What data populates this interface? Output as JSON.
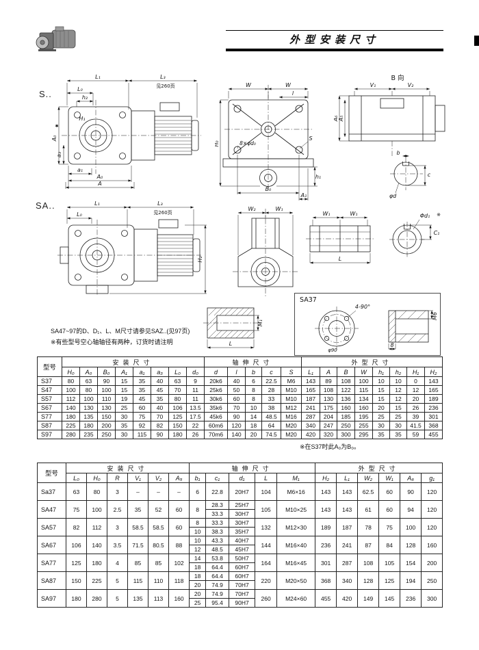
{
  "page": {
    "title": "外型安装尺寸"
  },
  "sections": {
    "s": "S..",
    "sa": "SA.."
  },
  "drawings": {
    "s_side": {
      "L1": "L₁",
      "L3": "L₃",
      "see": "见260页",
      "L0": "L₀",
      "h2": "h₂",
      "H1": "H₁",
      "A0_left": "A₀",
      "star": "✱",
      "a3": "a₃",
      "a1": "a₁",
      "A0_bottom": "A₀",
      "A": "A"
    },
    "s_front": {
      "W_left": "W",
      "W_right": "W",
      "l": "l",
      "H0": "H₀",
      "d0": "8×φd₀",
      "S": "S",
      "h1": "h₁",
      "B0": "B₀",
      "A1": "A₁"
    },
    "b_view": {
      "title": "B 向",
      "V1": "V₁",
      "V2": "V₂",
      "A6": "A₆",
      "A5": "A₅",
      "b": "b",
      "c": "c",
      "d": "φd"
    },
    "sa_side": {
      "L1": "L₁",
      "L3": "L₃",
      "see": "见260页",
      "L0": "L₀",
      "H2": "H₂"
    },
    "sa_front": {
      "W2": "W₂",
      "W1": "W₁"
    },
    "sa_shaft": {
      "W1a": "W₁",
      "W1b": "W₁",
      "L": "L",
      "d1": "Φd₁",
      "star": "※",
      "C1": "C₁"
    },
    "section_view": {
      "M1": "M₁",
      "L": "L"
    },
    "sa37_detail": {
      "title": "SA37",
      "holes": "4-90°",
      "phi90": "φ90",
      "M6": "M6",
      "dim8": "8"
    }
  },
  "notes": {
    "note1": "SA47~97的D、D₁、L、M尺寸请参见SAZ..(见97页)",
    "note2": "※有些型号空心轴轴径有两种，订货时请注明"
  },
  "table1": {
    "model_header": "型号",
    "groups": [
      "安装尺寸",
      "轴伸尺寸",
      "外型尺寸"
    ],
    "group_spans": [
      8,
      5,
      8
    ],
    "headers": [
      "H₀",
      "A₀",
      "B₀",
      "A₁",
      "a₁",
      "a₃",
      "L₀",
      "d₀",
      "d",
      "l",
      "b",
      "c",
      "S",
      "L₁",
      "A",
      "B",
      "W",
      "h₁",
      "h₂",
      "H₁",
      "H₂"
    ],
    "rows": [
      [
        "S37",
        "80",
        "63",
        "90",
        "15",
        "35",
        "40",
        "63",
        "9",
        "20k6",
        "40",
        "6",
        "22.5",
        "M6",
        "143",
        "89",
        "108",
        "100",
        "10",
        "10",
        "0",
        "143"
      ],
      [
        "S47",
        "100",
        "80",
        "100",
        "15",
        "35",
        "45",
        "70",
        "11",
        "25k6",
        "50",
        "8",
        "28",
        "M10",
        "165",
        "108",
        "122",
        "115",
        "15",
        "12",
        "12",
        "165"
      ],
      [
        "S57",
        "112",
        "100",
        "110",
        "19",
        "45",
        "35",
        "80",
        "11",
        "30k6",
        "60",
        "8",
        "33",
        "M10",
        "187",
        "130",
        "136",
        "134",
        "15",
        "12",
        "20",
        "189"
      ],
      [
        "S67",
        "140",
        "130",
        "130",
        "25",
        "60",
        "40",
        "106",
        "13.5",
        "35k6",
        "70",
        "10",
        "38",
        "M12",
        "241",
        "175",
        "160",
        "160",
        "20",
        "15",
        "26",
        "236"
      ],
      [
        "S77",
        "180",
        "135",
        "150",
        "30",
        "75",
        "70",
        "125",
        "17.5",
        "45k6",
        "90",
        "14",
        "48.5",
        "M16",
        "287",
        "204",
        "185",
        "195",
        "25",
        "25",
        "39",
        "301"
      ],
      [
        "S87",
        "225",
        "180",
        "200",
        "35",
        "92",
        "82",
        "150",
        "22",
        "60m6",
        "120",
        "18",
        "64",
        "M20",
        "340",
        "247",
        "250",
        "255",
        "30",
        "30",
        "41.5",
        "368"
      ],
      [
        "S97",
        "280",
        "235",
        "250",
        "30",
        "115",
        "90",
        "180",
        "26",
        "70m6",
        "140",
        "20",
        "74.5",
        "M20",
        "420",
        "320",
        "300",
        "295",
        "35",
        "35",
        "59",
        "455"
      ]
    ],
    "footnote": "※在S37时此A₀为B₀。"
  },
  "table2": {
    "model_header": "型号",
    "groups": [
      "安装尺寸",
      "轴伸尺寸",
      "外型尺寸"
    ],
    "headers_install": [
      "L₀",
      "H₀",
      "R",
      "V₁",
      "V₂",
      "A₅"
    ],
    "headers_shaft": [
      "b₁",
      "c₁",
      "d₁",
      "L",
      "M₁"
    ],
    "headers_outline": [
      "H₂",
      "L₁",
      "W₂",
      "W₁",
      "A₆",
      "g₁"
    ],
    "rows": [
      {
        "model": "Sa37",
        "install": [
          "63",
          "80",
          "3",
          "–",
          "–",
          "–"
        ],
        "b1": [
          "6"
        ],
        "c1": [
          "22.8"
        ],
        "d1": [
          "20H7"
        ],
        "L": "104",
        "M1": "M6×16",
        "outline": [
          "143",
          "143",
          "62.5",
          "60",
          "90",
          "120"
        ]
      },
      {
        "model": "SA47",
        "install": [
          "75",
          "100",
          "2.5",
          "35",
          "52",
          "60"
        ],
        "b1": [
          "8"
        ],
        "c1": [
          "28.3",
          "33.3"
        ],
        "d1": [
          "25H7",
          "30H7"
        ],
        "L": "105",
        "M1": "M10×25",
        "outline": [
          "143",
          "143",
          "61",
          "60",
          "94",
          "120"
        ]
      },
      {
        "model": "SA57",
        "install": [
          "82",
          "112",
          "3",
          "58.5",
          "58.5",
          "60"
        ],
        "b1": [
          "8",
          "10"
        ],
        "c1": [
          "33.3",
          "38.3"
        ],
        "d1": [
          "30H7",
          "35H7"
        ],
        "L": "132",
        "M1": "M12×30",
        "outline": [
          "189",
          "187",
          "78",
          "75",
          "100",
          "120"
        ]
      },
      {
        "model": "SA67",
        "install": [
          "106",
          "140",
          "3.5",
          "71.5",
          "80.5",
          "88"
        ],
        "b1": [
          "10",
          "12"
        ],
        "c1": [
          "43.3",
          "48.5"
        ],
        "d1": [
          "40H7",
          "45H7"
        ],
        "L": "144",
        "M1": "M16×40",
        "outline": [
          "236",
          "241",
          "87",
          "84",
          "128",
          "160"
        ]
      },
      {
        "model": "SA77",
        "install": [
          "125",
          "180",
          "4",
          "85",
          "85",
          "102"
        ],
        "b1": [
          "14",
          "18"
        ],
        "c1": [
          "53.8",
          "64.4"
        ],
        "d1": [
          "50H7",
          "60H7"
        ],
        "L": "164",
        "M1": "M16×45",
        "outline": [
          "301",
          "287",
          "108",
          "105",
          "154",
          "200"
        ]
      },
      {
        "model": "SA87",
        "install": [
          "150",
          "225",
          "5",
          "115",
          "110",
          "118"
        ],
        "b1": [
          "18",
          "20"
        ],
        "c1": [
          "64.4",
          "74.9"
        ],
        "d1": [
          "60H7",
          "70H7"
        ],
        "L": "220",
        "M1": "M20×50",
        "outline": [
          "368",
          "340",
          "128",
          "125",
          "194",
          "250"
        ]
      },
      {
        "model": "SA97",
        "install": [
          "180",
          "280",
          "5",
          "135",
          "113",
          "160"
        ],
        "b1": [
          "20",
          "25"
        ],
        "c1": [
          "74.9",
          "95.4"
        ],
        "d1": [
          "70H7",
          "90H7"
        ],
        "L": "260",
        "M1": "M24×60",
        "outline": [
          "455",
          "420",
          "149",
          "145",
          "236",
          "300"
        ]
      }
    ]
  }
}
